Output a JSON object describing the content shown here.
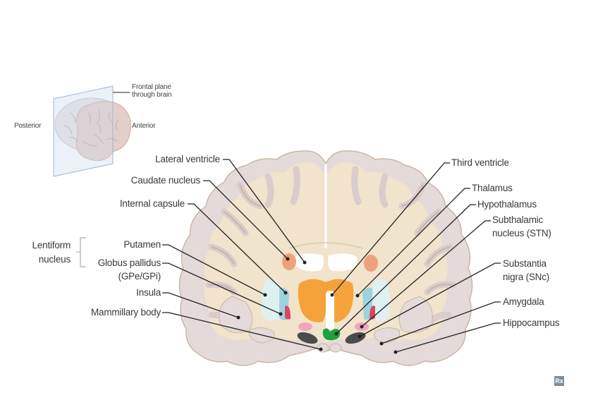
{
  "inset": {
    "plane_label": "Frontal plane\nthrough brain",
    "plane_label_lines": [
      "Frontal plane",
      "through brain"
    ],
    "posterior_label": "Posterior",
    "anterior_label": "Anterior"
  },
  "left_labels": {
    "lateral_ventricle": "Lateral ventricle",
    "caudate_nucleus": "Caudate nucleus",
    "internal_capsule": "Internal capsule",
    "lentiform_group": [
      "Lentiform",
      "nucleus"
    ],
    "putamen": "Putamen",
    "globus_pallidus": [
      "Globus pallidus",
      "(GPe/GPi)"
    ],
    "insula": "Insula",
    "mammillary_body": "Mammillary body"
  },
  "right_labels": {
    "third_ventricle": "Third ventricle",
    "thalamus": "Thalamus",
    "hypothalamus": "Hypothalamus",
    "subthalamic_nucleus": [
      "Subthalamic",
      "nucleus (STN)"
    ],
    "substantia_nigra": [
      "Substantia",
      "nigra (SNc)"
    ],
    "amygdala": "Amygdala",
    "hippocampus": "Hippocampus"
  },
  "colors": {
    "white_matter": "#f1e3cc",
    "gray_matter": "#e3d9d8",
    "sulcus": "#cbbba4",
    "thalamus": "#f6a23a",
    "caudate": "#eea27a",
    "putamen": "#dff0f1",
    "globus_pallidus": "#9dd3de",
    "claustrum_red": "#d9465f",
    "stn_pink": "#efa6bd",
    "substantia_nigra": "#4b4b4b",
    "hypothalamus": "#1aa33e",
    "leader": "#222222"
  },
  "corner_icon": "Rx"
}
